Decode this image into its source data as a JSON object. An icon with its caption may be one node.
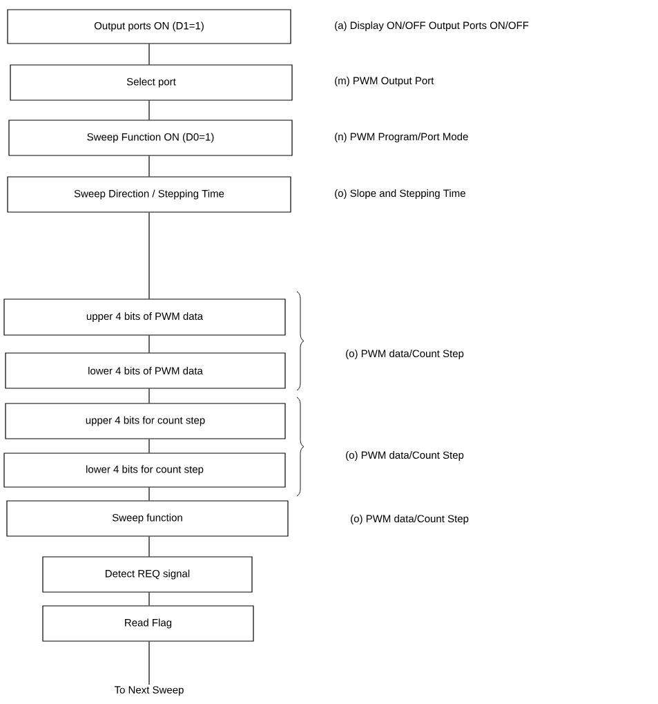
{
  "diagram": {
    "nodes": [
      {
        "text": [
          "Output ports ON (D1=1)"
        ]
      },
      {
        "text": [
          "Select port"
        ]
      },
      {
        "text": [
          "Sweep Function ON (D0=1)"
        ]
      },
      {
        "text": [
          "Sweep Direction / Stepping Time"
        ]
      },
      {
        "text": [
          "upper 4 bits of PWM data"
        ]
      },
      {
        "text": [
          "lower 4 bits of PWM data"
        ]
      },
      {
        "text": [
          "upper 4 bits for count step"
        ]
      },
      {
        "text": [
          "lower 4 bits for count step"
        ]
      },
      {
        "text": [
          "Sweep function"
        ]
      },
      {
        "text": [
          "Detect REQ signal"
        ]
      },
      {
        "text": [
          "Read Flag"
        ]
      },
      {
        "text": [
          "To Next Sweep"
        ]
      }
    ],
    "edges": [
      {
        "from": 0,
        "to": 1,
        "arrow": "none"
      },
      {
        "from": 1,
        "to": 2,
        "arrow": "none"
      },
      {
        "from": 2,
        "to": 3,
        "arrow": "none"
      },
      {
        "from": 3,
        "to": 4,
        "arrow": "none"
      },
      {
        "from": 4,
        "to": 5,
        "arrow": "none"
      },
      {
        "from": 5,
        "to": 6,
        "arrow": "none"
      },
      {
        "from": 6,
        "to": 7,
        "arrow": "none"
      },
      {
        "from": 7,
        "to": 8,
        "arrow": "none"
      },
      {
        "from": 8,
        "to": 9,
        "arrow": "none"
      },
      {
        "from": 9,
        "to": 10,
        "arrow": "none"
      },
      {
        "from": 10,
        "to": 11,
        "arrow": "none"
      }
    ],
    "labels": [
      "(a) Display ON/OFF Output Ports ON/OFF",
      "(m) PWM Output Port",
      "(n) PWM Program/Port Mode",
      "(o) Slope and Stepping Time",
      "(o) PWM data/Count Step",
      "(o) PWM data/Count Step",
      "(o) PWM data/Count Step"
    ]
  }
}
